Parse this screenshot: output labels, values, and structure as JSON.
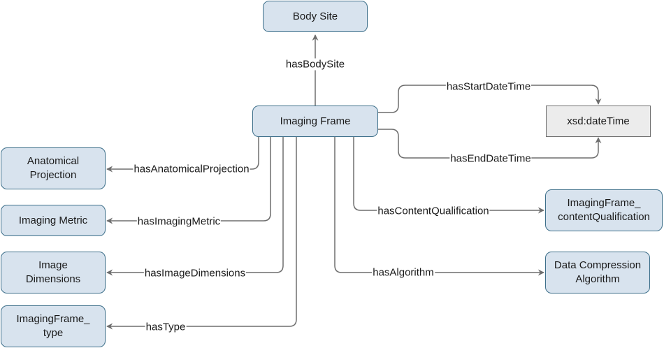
{
  "diagram": {
    "colors": {
      "class_fill": "#d8e3ee",
      "class_stroke": "#3d6f8a",
      "datatype_fill": "#ececec",
      "datatype_stroke": "#6e6e6e",
      "edge": "#6e6e6e"
    },
    "nodes": {
      "imaging_frame": "Imaging Frame",
      "body_site": "Body Site",
      "xsd_datetime": "xsd:dateTime",
      "anatomical_projection": [
        "Anatomical",
        "Projection"
      ],
      "imaging_metric": "Imaging Metric",
      "image_dimensions": [
        "Image",
        "Dimensions"
      ],
      "imaging_frame_type": [
        "ImagingFrame_",
        "type"
      ],
      "content_qualification": [
        "ImagingFrame_",
        "contentQualification"
      ],
      "data_compression_algorithm": [
        "Data Compression",
        "Algorithm"
      ]
    },
    "edges": {
      "has_body_site": "hasBodySite",
      "has_start_date_time": "hasStartDateTime",
      "has_end_date_time": "hasEndDateTime",
      "has_anatomical_projection": "hasAnatomicalProjection",
      "has_imaging_metric": "hasImagingMetric",
      "has_image_dimensions": "hasImageDimensions",
      "has_type": "hasType",
      "has_content_qualification": "hasContentQualification",
      "has_algorithm": "hasAlgorithm"
    }
  }
}
